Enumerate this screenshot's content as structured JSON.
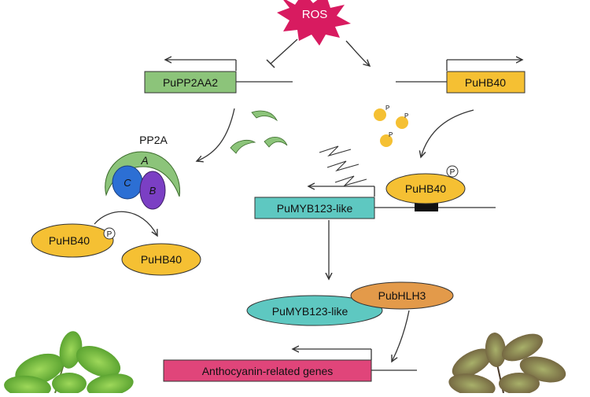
{
  "labels": {
    "ros": "ROS",
    "pp2aa2_gene": "PuPP2AA2",
    "hb40_gene": "PuHB40",
    "pp2a": "PP2A",
    "subunit_a": "A",
    "subunit_b": "B",
    "subunit_c": "C",
    "hb40_p_left": "PuHB40",
    "hb40_left": "PuHB40",
    "hb40_p_right": "PuHB40",
    "myb_gene": "PuMYB123-like",
    "myb_protein": "PuMYB123-like",
    "bhlh_protein": "PubHLH3",
    "antho_gene": "Anthocyanin-related genes",
    "phospho": "P"
  },
  "colors": {
    "ros_star": "#d81b60",
    "pp2aa2_box": "#8cc47a",
    "hb40_box": "#f5c033",
    "myb_box": "#5ec8c1",
    "antho_box": "#e0457a",
    "subunit_a": "#8cc47a",
    "subunit_b": "#7b3fc4",
    "subunit_c": "#2c6fd4",
    "bhlh": "#e39a4a",
    "leaf": "#6fbf3c"
  }
}
